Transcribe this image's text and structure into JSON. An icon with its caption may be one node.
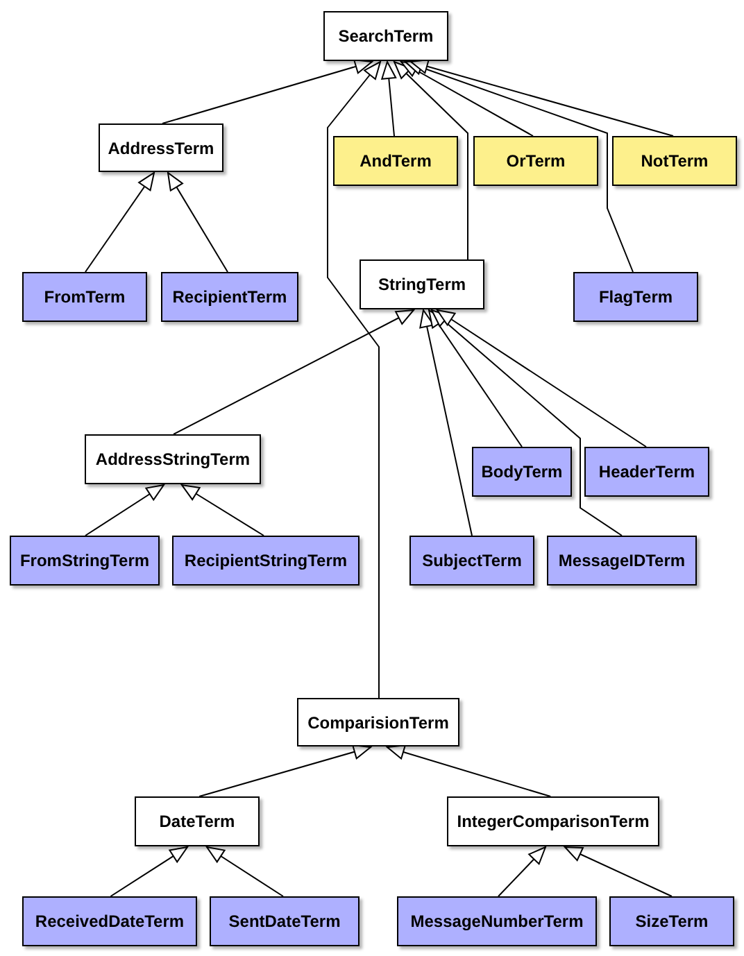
{
  "diagram": {
    "nodes": [
      {
        "text": [
          "SearchTerm"
        ]
      },
      {
        "text": [
          "AddressTerm"
        ]
      },
      {
        "text": [
          "AndTerm"
        ]
      },
      {
        "text": [
          "OrTerm"
        ]
      },
      {
        "text": [
          "NotTerm"
        ]
      },
      {
        "text": [
          "FromTerm"
        ]
      },
      {
        "text": [
          "RecipientTerm"
        ]
      },
      {
        "text": [
          "StringTerm"
        ]
      },
      {
        "text": [
          "FlagTerm"
        ]
      },
      {
        "text": [
          "AddressStringTerm"
        ]
      },
      {
        "text": [
          "BodyTerm"
        ]
      },
      {
        "text": [
          "HeaderTerm"
        ]
      },
      {
        "text": [
          "FromStringTerm"
        ]
      },
      {
        "text": [
          "RecipientStringTerm"
        ]
      },
      {
        "text": [
          "SubjectTerm"
        ]
      },
      {
        "text": [
          "MessageIDTerm"
        ]
      },
      {
        "text": [
          "ComparisionTerm"
        ]
      },
      {
        "text": [
          "DateTerm"
        ]
      },
      {
        "text": [
          "IntegerComparisonTerm"
        ]
      },
      {
        "text": [
          "ReceivedDateTerm"
        ]
      },
      {
        "text": [
          "SentDateTerm"
        ]
      },
      {
        "text": [
          "MessageNumberTerm"
        ]
      },
      {
        "text": [
          "SizeTerm"
        ]
      }
    ],
    "edges": [
      {
        "from": 1,
        "to": 0,
        "arrow": "to"
      },
      {
        "from": 2,
        "to": 0,
        "arrow": "to"
      },
      {
        "from": 7,
        "to": 0,
        "arrow": "to"
      },
      {
        "from": 16,
        "to": 0,
        "arrow": "to"
      },
      {
        "from": 3,
        "to": 0,
        "arrow": "to"
      },
      {
        "from": 8,
        "to": 0,
        "arrow": "to"
      },
      {
        "from": 4,
        "to": 0,
        "arrow": "to"
      },
      {
        "from": 5,
        "to": 1,
        "arrow": "to"
      },
      {
        "from": 6,
        "to": 1,
        "arrow": "to"
      },
      {
        "from": 9,
        "to": 7,
        "arrow": "to"
      },
      {
        "from": 14,
        "to": 7,
        "arrow": "to"
      },
      {
        "from": 10,
        "to": 7,
        "arrow": "to"
      },
      {
        "from": 15,
        "to": 7,
        "arrow": "to"
      },
      {
        "from": 11,
        "to": 7,
        "arrow": "to"
      },
      {
        "from": 12,
        "to": 9,
        "arrow": "to"
      },
      {
        "from": 13,
        "to": 9,
        "arrow": "to"
      },
      {
        "from": 17,
        "to": 16,
        "arrow": "to"
      },
      {
        "from": 18,
        "to": 16,
        "arrow": "to"
      },
      {
        "from": 19,
        "to": 17,
        "arrow": "to"
      },
      {
        "from": 20,
        "to": 17,
        "arrow": "to"
      },
      {
        "from": 21,
        "to": 18,
        "arrow": "to"
      },
      {
        "from": 22,
        "to": 18,
        "arrow": "to"
      }
    ]
  }
}
